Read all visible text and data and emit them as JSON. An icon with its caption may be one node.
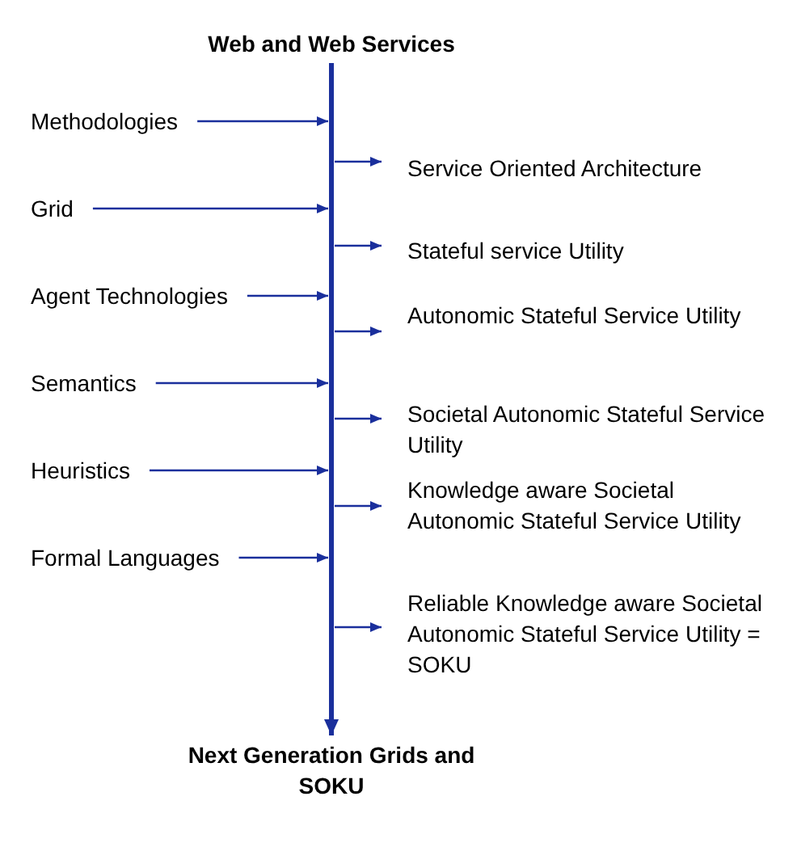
{
  "diagram": {
    "nodes": [
      {
        "text": [
          "Web and Web Services"
        ]
      },
      {
        "text": [
          "Next Generation Grids and SOKU"
        ]
      },
      {
        "text": [
          "Methodologies"
        ]
      },
      {
        "text": [
          "Grid"
        ]
      },
      {
        "text": [
          "Agent Technologies"
        ]
      },
      {
        "text": [
          "Semantics"
        ]
      },
      {
        "text": [
          "Heuristics"
        ]
      },
      {
        "text": [
          "Formal Languages"
        ]
      },
      {
        "text": [
          "Service Oriented Architecture"
        ]
      },
      {
        "text": [
          "Stateful service Utility"
        ]
      },
      {
        "text": [
          "Autonomic Stateful Service Utility"
        ]
      },
      {
        "text": [
          "Societal Autonomic Stateful Service Utility"
        ]
      },
      {
        "text": [
          "Knowledge aware Societal Autonomic Stateful Service Utility"
        ]
      },
      {
        "text": [
          "Reliable Knowledge aware Societal Autonomic Stateful Service Utility = SOKU"
        ]
      }
    ],
    "edges": [
      {
        "from": 0,
        "to": 1,
        "arrow": "to",
        "style": "thick"
      },
      {
        "from": 2,
        "to": null,
        "arrow": "to"
      },
      {
        "from": 3,
        "to": null,
        "arrow": "to"
      },
      {
        "from": 4,
        "to": null,
        "arrow": "to"
      },
      {
        "from": 5,
        "to": null,
        "arrow": "to"
      },
      {
        "from": 6,
        "to": null,
        "arrow": "to"
      },
      {
        "from": 7,
        "to": null,
        "arrow": "to"
      },
      {
        "from": null,
        "to": 8,
        "arrow": "to"
      },
      {
        "from": null,
        "to": 9,
        "arrow": "to"
      },
      {
        "from": null,
        "to": 10,
        "arrow": "to"
      },
      {
        "from": null,
        "to": 11,
        "arrow": "to"
      },
      {
        "from": null,
        "to": 12,
        "arrow": "to"
      },
      {
        "from": null,
        "to": 13,
        "arrow": "to"
      }
    ]
  }
}
